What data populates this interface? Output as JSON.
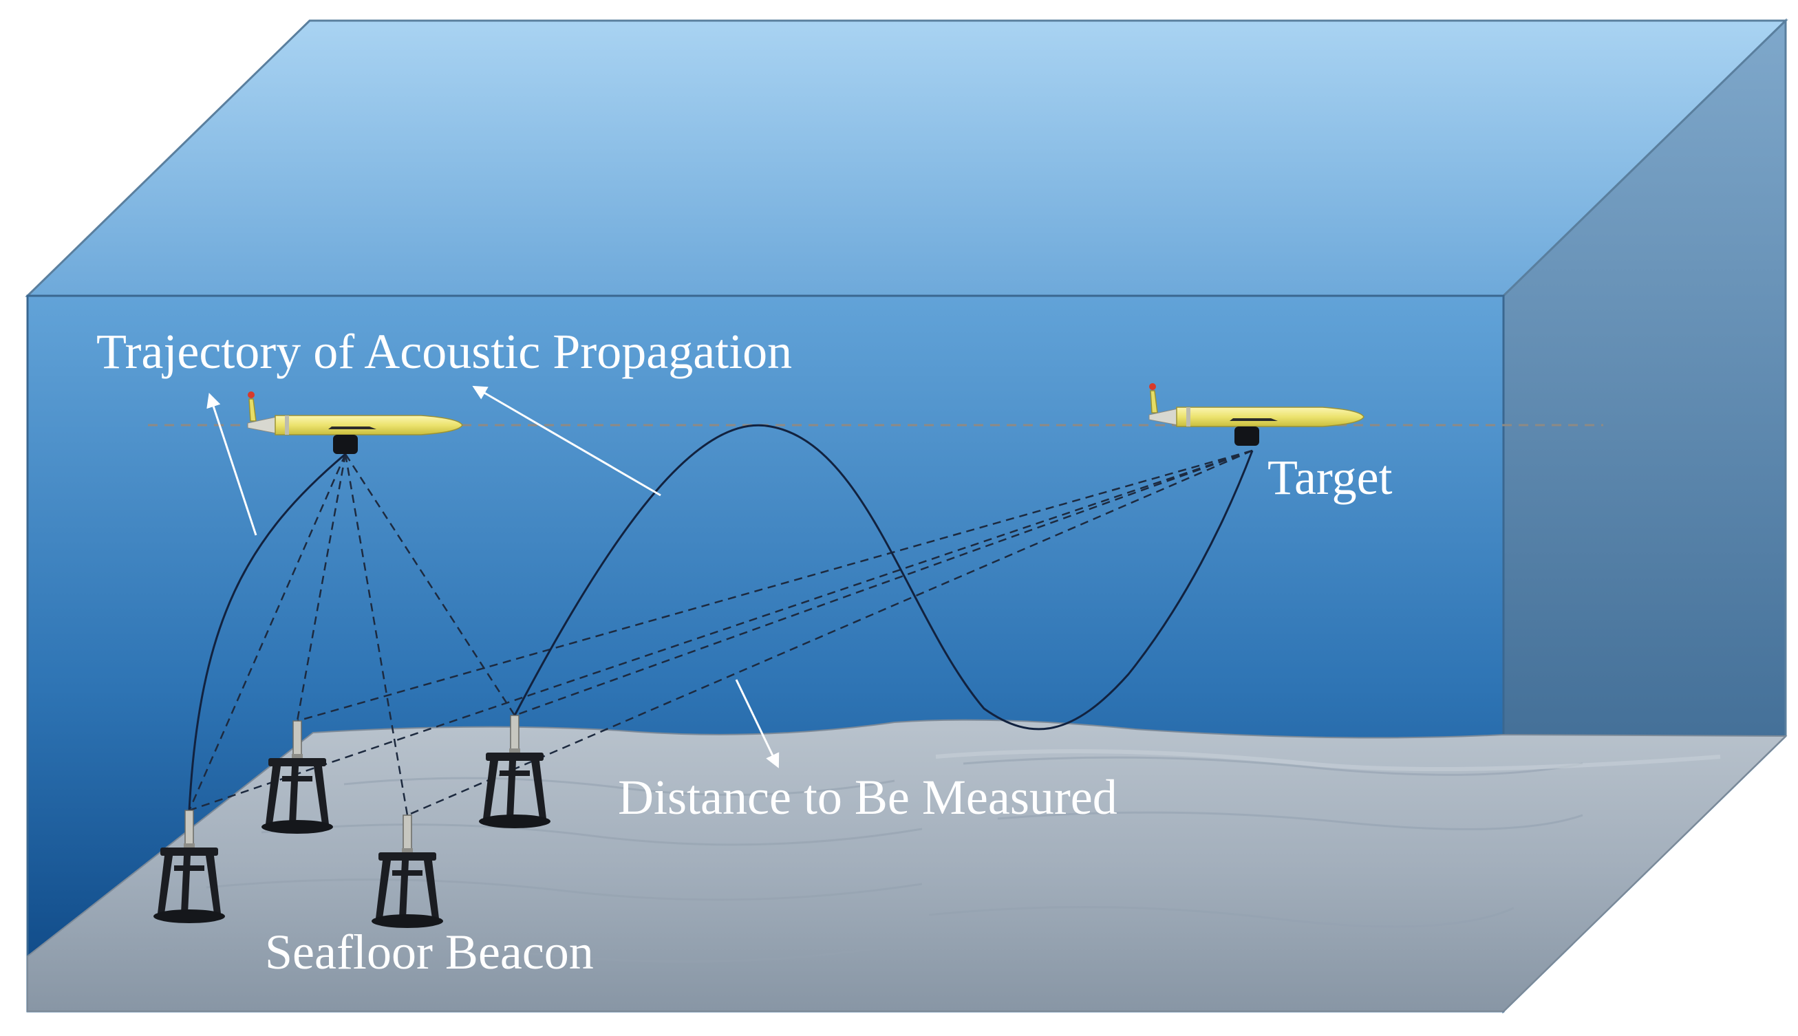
{
  "labels": {
    "trajectory": "Trajectory of Acoustic Propagation",
    "target": "Target",
    "distance": "Distance to Be Measured",
    "beacon": "Seafloor Beacon"
  },
  "colors": {
    "water_top": "#a6d0f0",
    "water_front_top": "#5e9fd5",
    "water_front_bottom": "#0e4a86",
    "water_side": "#4f7fa8",
    "seafloor": "#a8b4c0",
    "vehicle_body": "#f3ec8c",
    "beacon_frame": "#1b1d22",
    "label": "#ffffff",
    "path_line": "#12223f",
    "depth_line": "#8e8a84"
  },
  "icons": [
    "glider-vehicle-icon",
    "seafloor-beacon-icon",
    "annotation-arrow-icon"
  ]
}
